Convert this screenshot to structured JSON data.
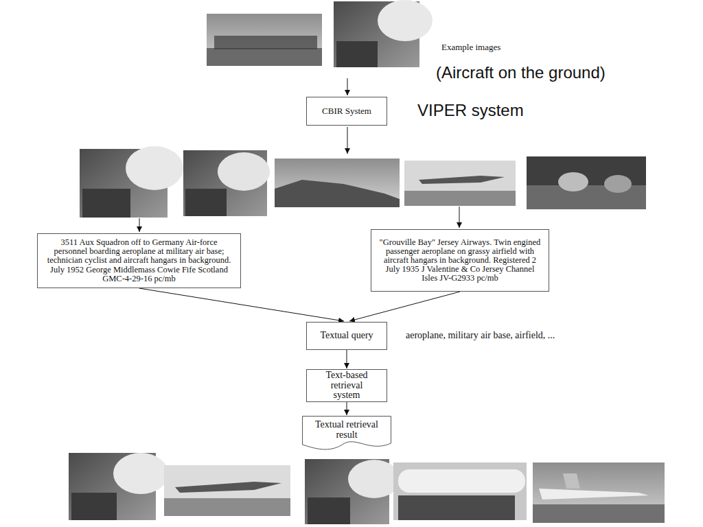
{
  "diagram": {
    "nodes": [
      {
        "text": [
          "CBIR System"
        ]
      },
      {
        "text": [
          "3511 Aux Squadron off to Germany Air-force personnel boarding aeroplane at military air base; technician cyclist and aircraft hangars in background. July 1952 George Middlemass Cowie Fife Scotland GMC-4-29-16 pc/mb"
        ]
      },
      {
        "text": [
          "\"Grouville Bay\" Jersey Airways. Twin engined passenger aeroplane on grassy airfield with aircraft hangars in background. Registered 2 July 1935 J Valentine & Co Jersey Channel Isles JV-G2933 pc/mb"
        ]
      },
      {
        "text": [
          "Textual query"
        ]
      },
      {
        "text": [
          "Text-based retrieval system"
        ]
      },
      {
        "text": [
          "Textual retrieval result"
        ]
      }
    ],
    "edges": [
      {
        "from": 1,
        "to": 3,
        "arrow": "to"
      },
      {
        "from": 2,
        "to": 3,
        "arrow": "to"
      },
      {
        "from": 3,
        "to": 4,
        "arrow": "to"
      },
      {
        "from": 4,
        "to": 5,
        "arrow": "to"
      }
    ],
    "labels": [
      "Example images",
      "(Aircraft on the ground)",
      "VIPER system",
      "aeroplane, military air base, airfield, ..."
    ]
  }
}
